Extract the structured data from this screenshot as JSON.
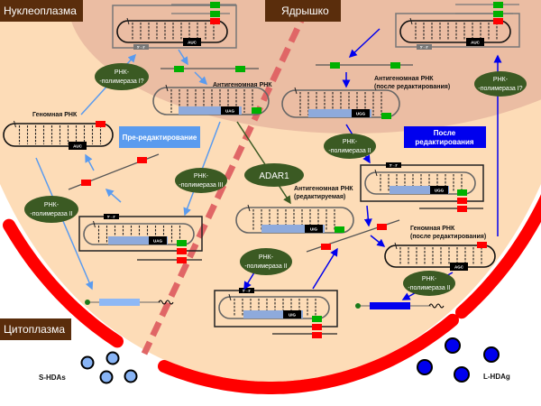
{
  "regions": {
    "nucleoplasm": "Нуклеоплазма",
    "nucleolus": "Ядрышко",
    "cytoplasm": "Цитоплазма"
  },
  "stages": {
    "pre": "Пре-редактирование",
    "post_line1": "После",
    "post_line2": "редактирования"
  },
  "enzymes": {
    "pol1_line1": "РНК-",
    "pol1_line2": "-полимераза I?",
    "pol2_line1": "РНК-",
    "pol2_line2": "-полимераза II",
    "pol3_line1": "РНК-",
    "pol3_line2": "-полимераза III",
    "adar": "ADAR1"
  },
  "labels": {
    "genomic": "Геномная РНК",
    "antigenomic": "Антигеномная РНК",
    "antigenomic_edited_line1": "Антигеномная РНК",
    "antigenomic_edited_line2": "(редактируемая)",
    "antigenomic_after_line1": "Антигеномная РНК",
    "antigenomic_after_line2": "(после редактирования)",
    "genomic_after_line1": "Геномная РНК",
    "genomic_after_line2": "(после редактирования)"
  },
  "codons": {
    "auc": "AUC",
    "uag": "UAG",
    "uig": "UIG",
    "ugg": "UGG",
    "agc": "AGC",
    "direction": "5'→3'"
  },
  "proteins": {
    "small": "S-HDAs",
    "large": "L-HDAg"
  },
  "colors": {
    "cell": "#fddcb7",
    "nucleolus": "#ebbda3",
    "membrane": "#ff0000",
    "enzyme": "#3b5a23",
    "pre_edit": "#5a9bef",
    "post_edit": "#0000ee",
    "region_label": "#5a2d0c"
  }
}
